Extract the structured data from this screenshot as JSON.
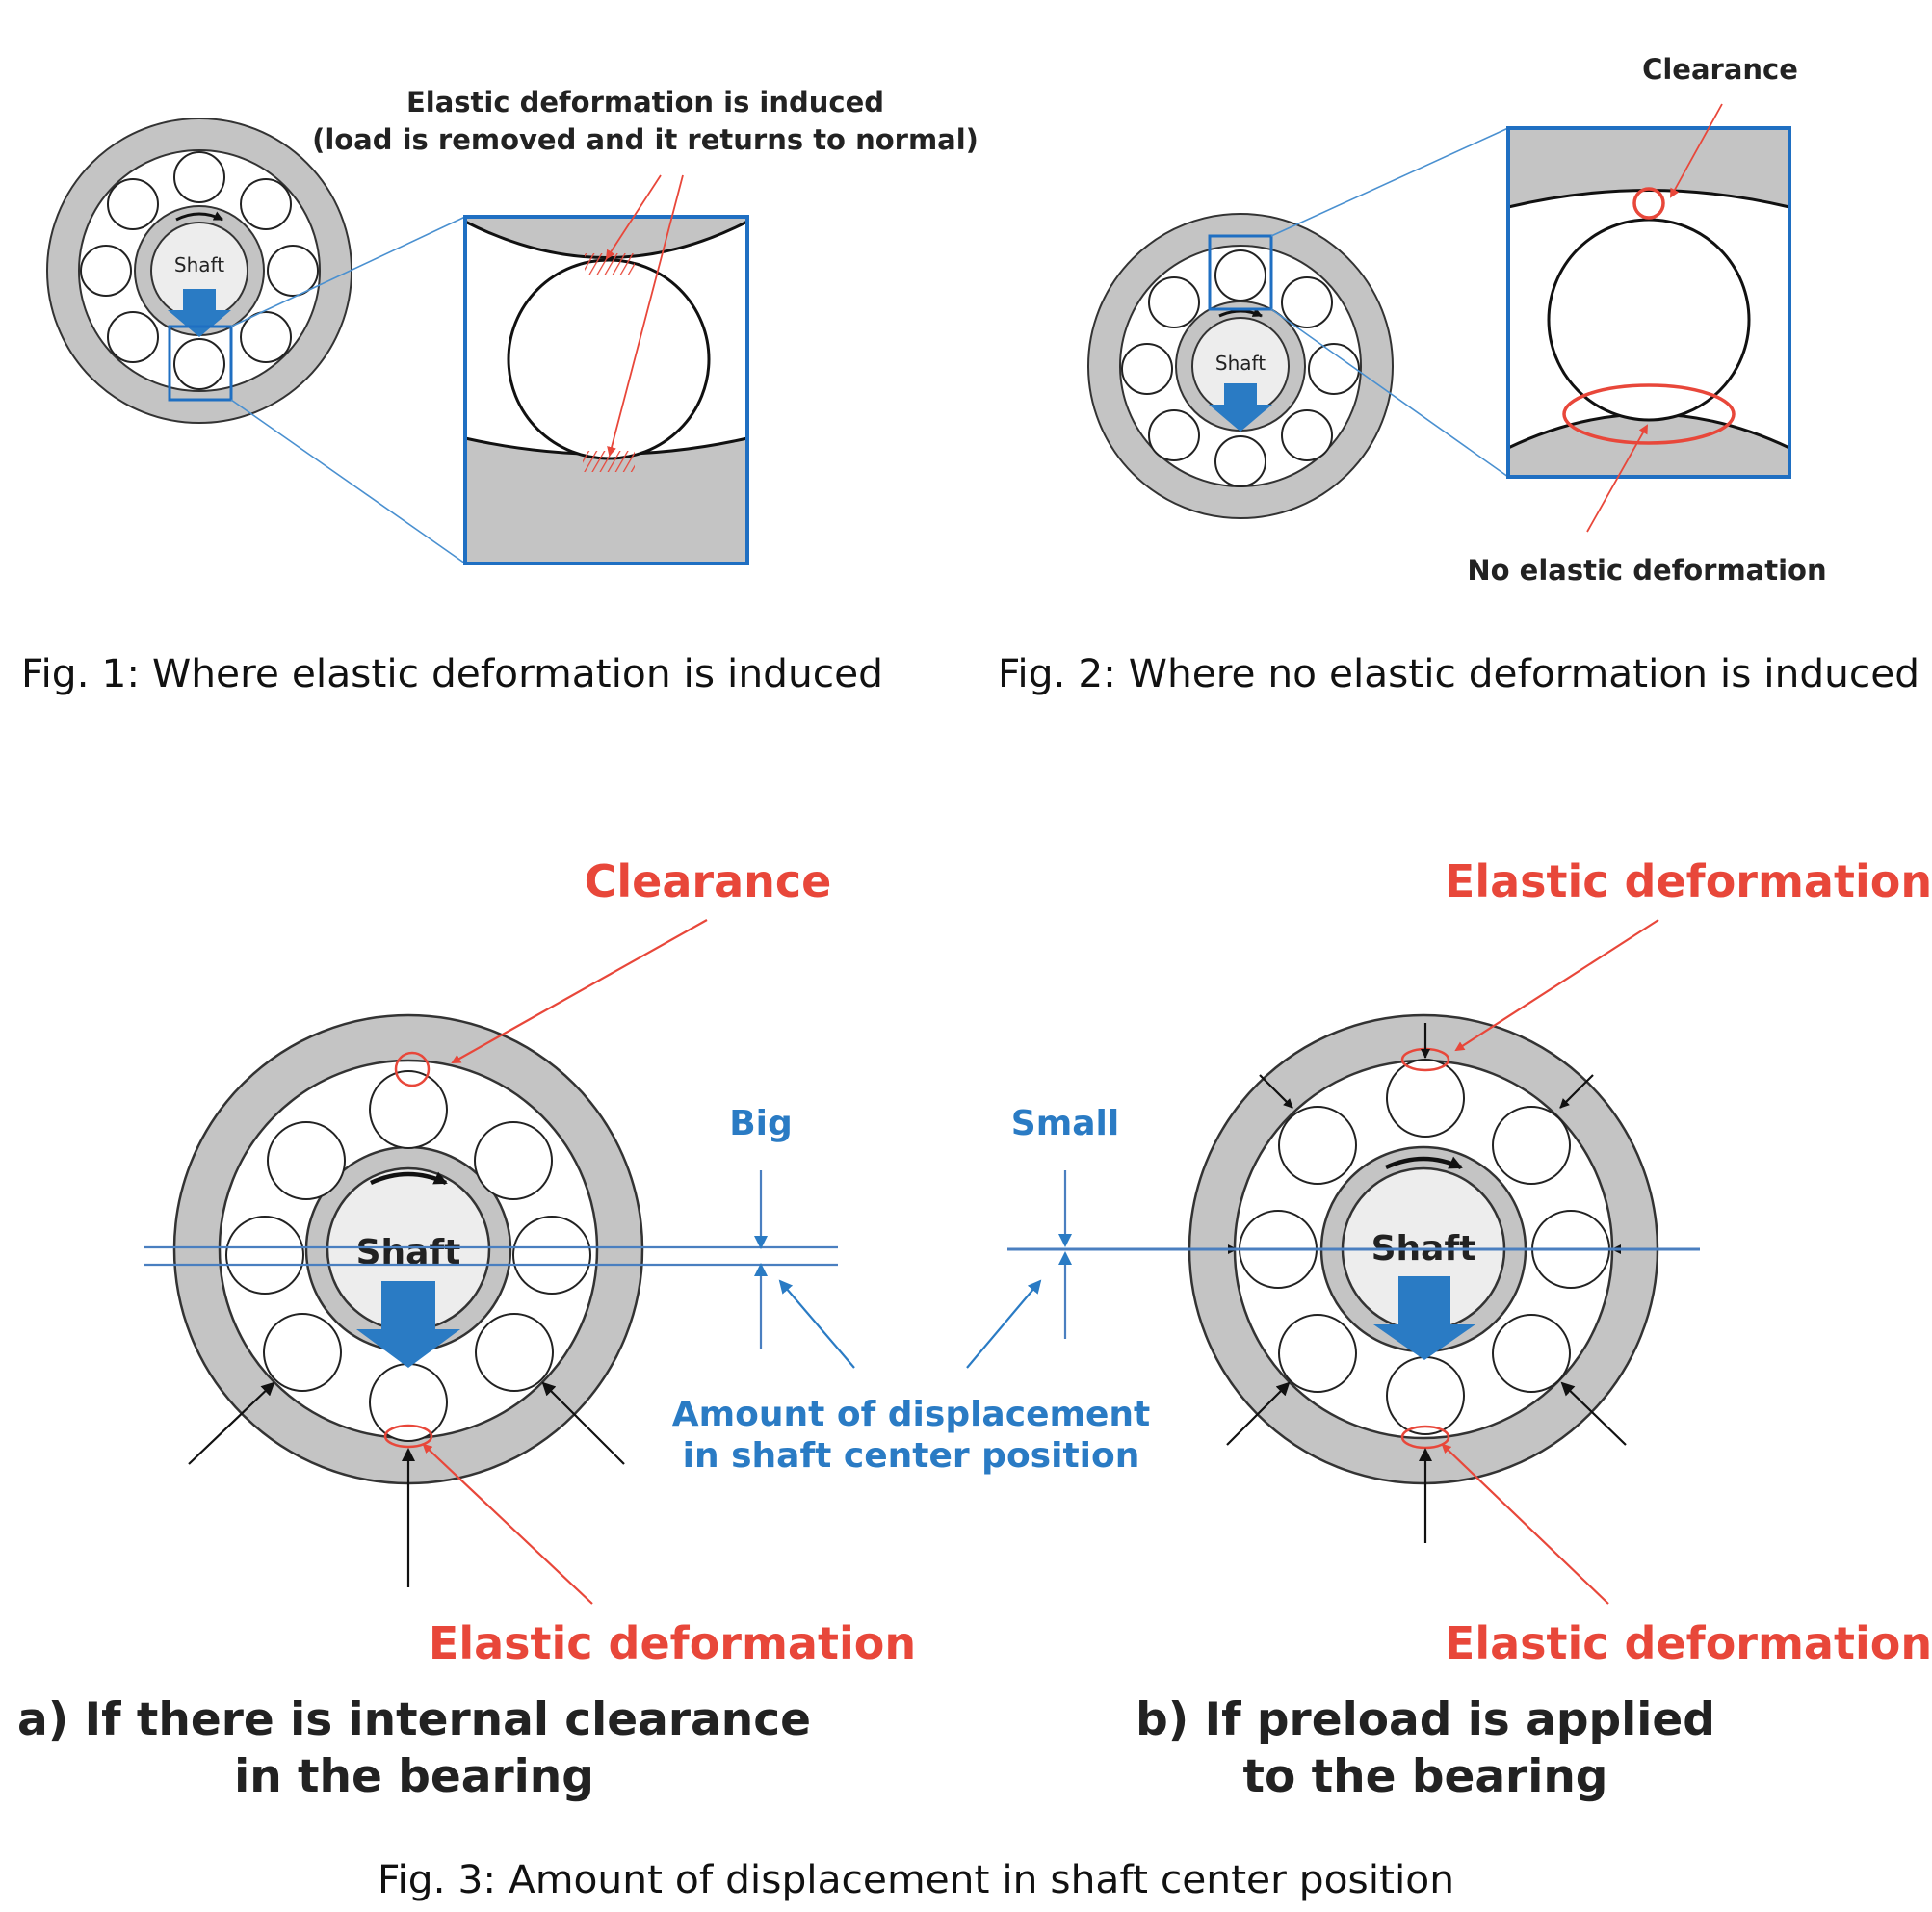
{
  "colors": {
    "ring_gray": "#c4c4c4",
    "shaft_fill": "#ededed",
    "accent_blue": "#2a7bc4",
    "box_blue": "#1f6fc2",
    "line_blue": "#4a7fc0",
    "red": "#e8473a",
    "dark": "#222222"
  },
  "fig1": {
    "annotation_line1": "Elastic deformation is induced",
    "annotation_line2": "(load is removed and it returns to normal)",
    "shaft_label": "Shaft",
    "caption": "Fig. 1: Where elastic deformation is induced"
  },
  "fig2": {
    "clearance_label": "Clearance",
    "no_deformation_label": "No elastic deformation",
    "shaft_label": "Shaft",
    "caption": "Fig. 2: Where no elastic deformation is induced"
  },
  "fig3": {
    "a": {
      "clearance_label": "Clearance",
      "elastic_label": "Elastic deformation",
      "shaft_label": "Shaft",
      "big_label": "Big",
      "title_line1": "a) If there is internal clearance",
      "title_line2": "in the bearing"
    },
    "b": {
      "elastic_top_label": "Elastic deformation",
      "elastic_bottom_label": "Elastic deformation",
      "shaft_label": "Shaft",
      "small_label": "Small",
      "title_line1": "b) If preload is applied",
      "title_line2": "to the bearing"
    },
    "displacement_line1": "Amount of displacement",
    "displacement_line2": "in shaft center position",
    "caption": "Fig. 3: Amount of displacement in shaft center position"
  }
}
